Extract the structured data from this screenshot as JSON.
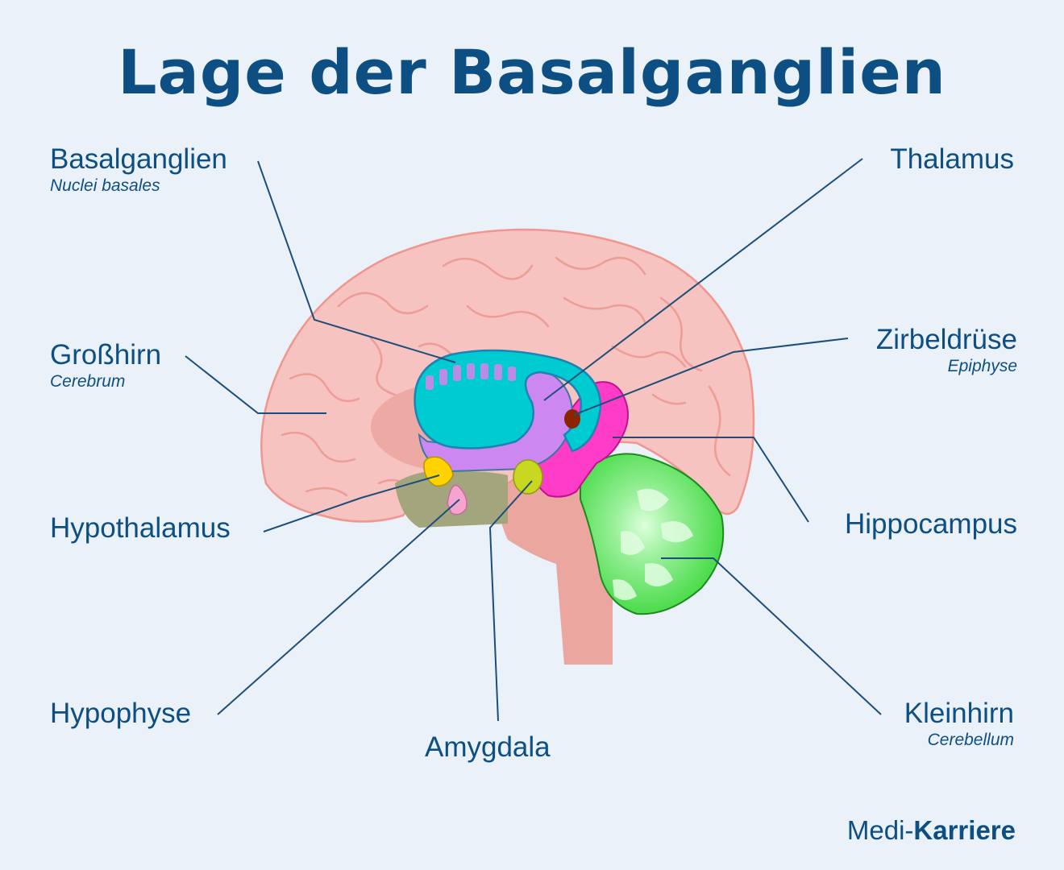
{
  "title": "Lage der Basalganglien",
  "labels": {
    "basalganglien": {
      "main": "Basalganglien",
      "sub": "Nuclei basales"
    },
    "grosshirn": {
      "main": "Großhirn",
      "sub": "Cerebrum"
    },
    "hypothalamus": {
      "main": "Hypothalamus"
    },
    "hypophyse": {
      "main": "Hypophyse"
    },
    "amygdala": {
      "main": "Amygdala"
    },
    "thalamus": {
      "main": "Thalamus"
    },
    "zirbeldruese": {
      "main": "Zirbeldrüse",
      "sub": "Epiphyse"
    },
    "hippocampus": {
      "main": "Hippocampus"
    },
    "kleinhirn": {
      "main": "Kleinhirn",
      "sub": "Cerebellum"
    }
  },
  "brand": {
    "prefix": "Medi-",
    "name": "Karriere"
  },
  "colors": {
    "title": "#0d4f82",
    "leader_line": "#1d4e7a",
    "cerebrum": "#f6c3c0",
    "basal_ganglia": "#00cbd1",
    "thalamus": "#cc88f0",
    "hippocampus": "#ff3cc8",
    "cerebellum": "#52e452",
    "hypothalamus": "#ffd200",
    "amygdala": "#c8d820",
    "pituitary": "#f5a4d0",
    "brainstem": "#eba6a0",
    "pineal": "#8b2500"
  }
}
